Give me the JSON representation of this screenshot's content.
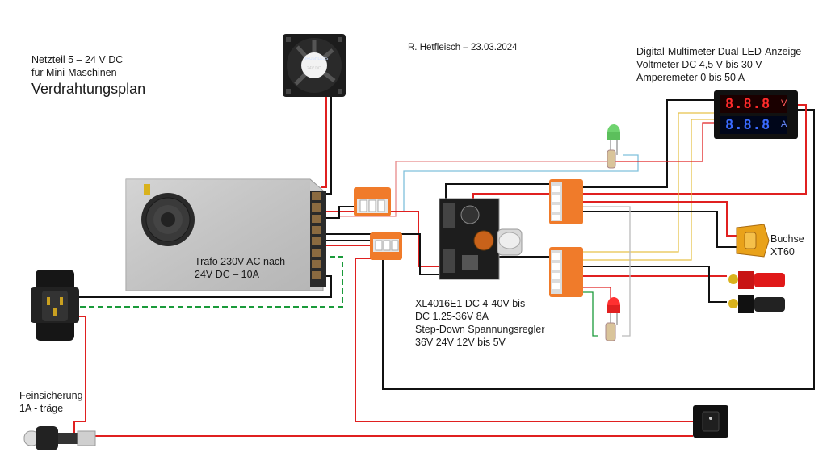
{
  "header": {
    "title_line1": "Netzteil 5 – 24 V DC",
    "title_line2": "für Mini-Maschinen",
    "title_main": "Verdrahtungsplan",
    "author_date": "R. Hetfleisch – 23.03.2024"
  },
  "meter": {
    "line1": "Digital-Multimeter Dual-LED-Anzeige",
    "line2": "Voltmeter DC 4,5 V bis 30 V",
    "line3": "Amperemeter 0 bis 50 A",
    "v_digits": "8.8.8",
    "a_digits": "8.8.8",
    "v_unit": "V",
    "a_unit": "A"
  },
  "psu": {
    "line1": "Trafo 230V AC  nach",
    "line2": "24V DC – 10A"
  },
  "converter": {
    "line1": "XL4016E1 DC 4-40V bis",
    "line2": "DC 1.25-36V 8A",
    "line3": "Step-Down Spannungsregler",
    "line4": "36V 24V 12V bis 5V"
  },
  "socket": {
    "line1": "Buchse",
    "line2": "XT60"
  },
  "fuse": {
    "line1": "Feinsicherung",
    "line2": "1A - träge"
  },
  "fan": {
    "brand": "BRUSHLESS",
    "voltage": "24V DC"
  },
  "colors": {
    "wire_red": "#e02020",
    "wire_black": "#111111",
    "wire_green_dash": "#1a9a3a",
    "wire_yellow": "#e6c24a",
    "wire_blue": "#6fb6d8",
    "wago_orange": "#f07b2a",
    "meter_red": "#ff2a2a",
    "meter_blue": "#3a6bff"
  }
}
